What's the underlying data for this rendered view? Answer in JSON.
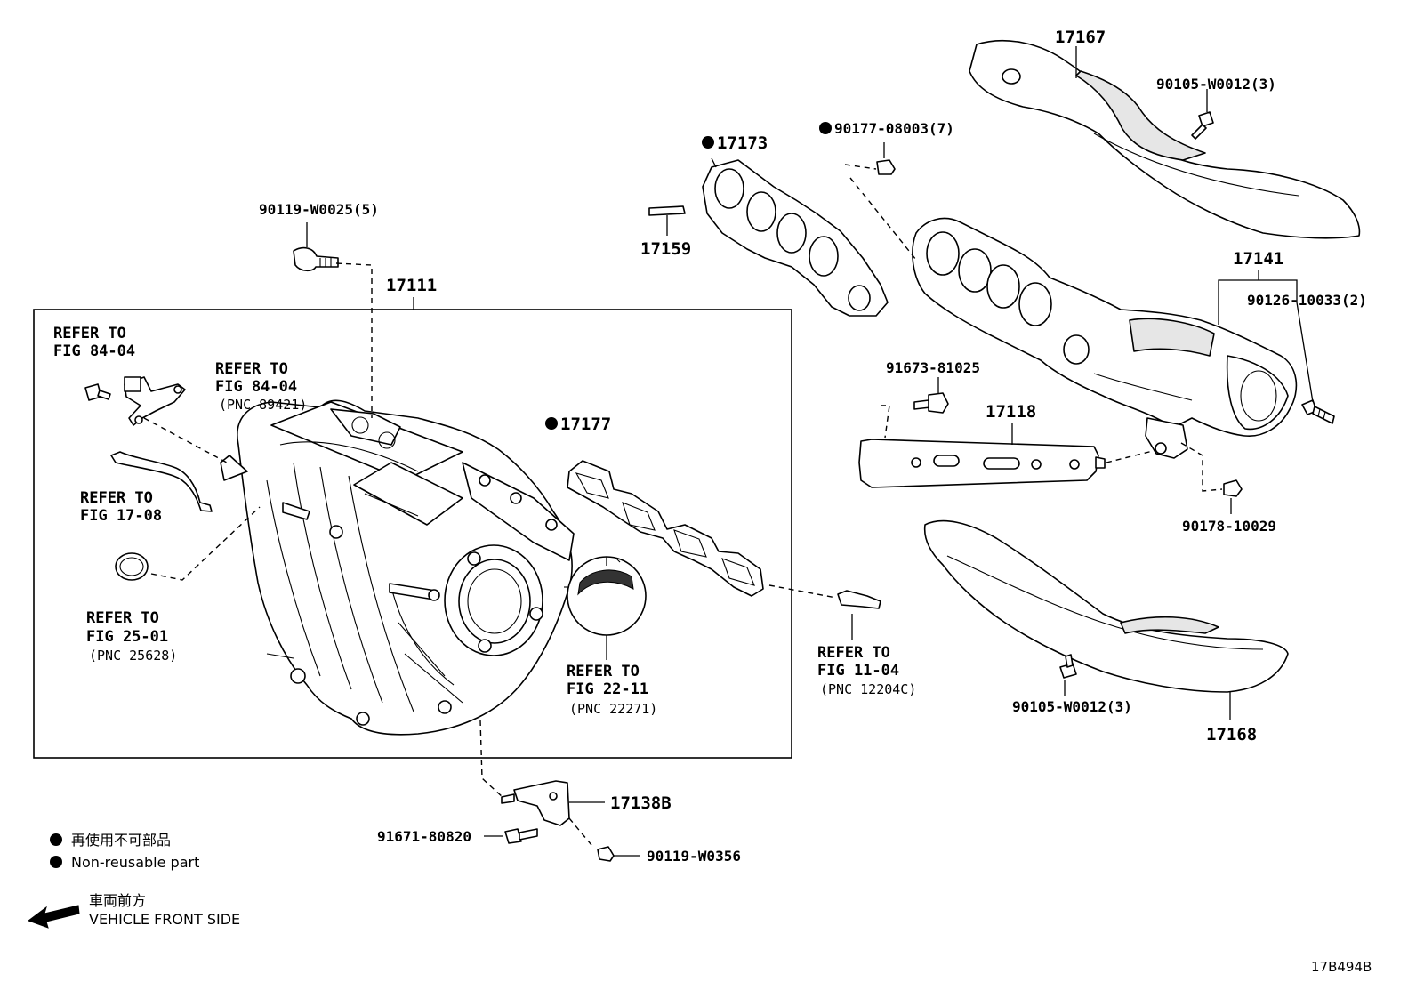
{
  "labels": {
    "p17167": "17167",
    "p90105_top": "90105-W0012(3)",
    "p17173": "17173",
    "p90177": "90177-08003(7)",
    "p90119_w0025": "90119-W0025(5)",
    "p17159": "17159",
    "p17111": "17111",
    "p17141": "17141",
    "p90126": "90126-10033(2)",
    "p91673": "91673-81025",
    "p17118": "17118",
    "p17177": "17177",
    "p90178": "90178-10029",
    "p90105_bot": "90105-W0012(3)",
    "p17168": "17168",
    "p17138b": "17138B",
    "p91671": "91671-80820",
    "p90119_w0356": "90119-W0356"
  },
  "refs": {
    "r1_a": "REFER TO",
    "r1_b": "FIG 84-04",
    "r2_a": "REFER TO",
    "r2_b": "FIG 84-04",
    "r2_c": "(PNC 89421)",
    "r3_a": "REFER TO",
    "r3_b": "FIG 17-08",
    "r4_a": "REFER TO",
    "r4_b": "FIG 25-01",
    "r4_c": "(PNC 25628)",
    "r5_a": "REFER TO",
    "r5_b": "FIG 22-11",
    "r5_c": "(PNC 22271)",
    "r6_a": "REFER TO",
    "r6_b": "FIG 11-04",
    "r6_c": "(PNC 12204C)"
  },
  "legend": {
    "nonreusable_jp": "再使用不可部品",
    "nonreusable_en": "Non-reusable part",
    "front_jp": "車両前方",
    "front_en": "VEHICLE FRONT SIDE"
  },
  "diagram_code": "17B494B"
}
